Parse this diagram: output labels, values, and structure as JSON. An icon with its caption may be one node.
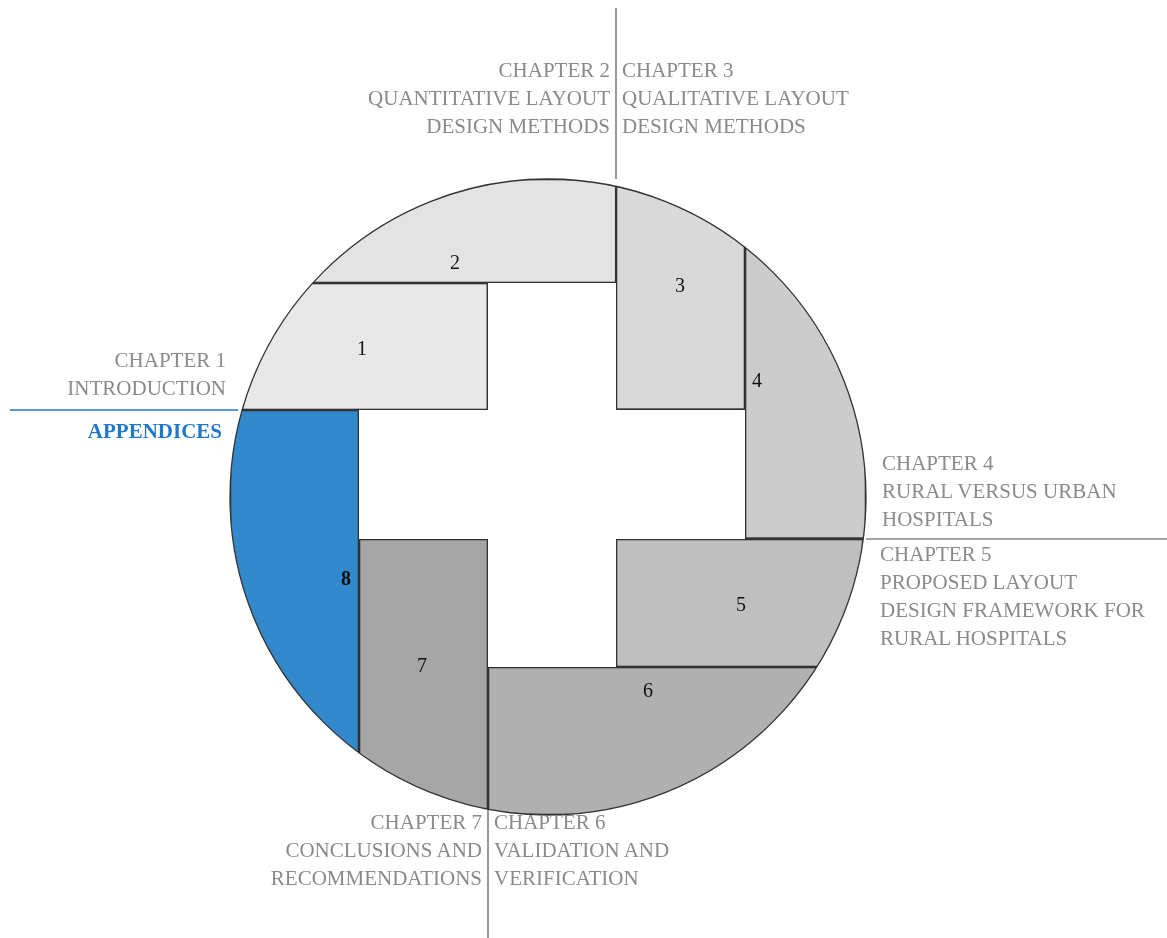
{
  "diagram": {
    "nodes": [
      {
        "text": [
          "1"
        ]
      },
      {
        "text": [
          "2"
        ]
      },
      {
        "text": [
          "3"
        ]
      },
      {
        "text": [
          "4"
        ]
      },
      {
        "text": [
          "5"
        ]
      },
      {
        "text": [
          "6"
        ]
      },
      {
        "text": [
          "7"
        ]
      },
      {
        "text": [
          "8"
        ]
      }
    ],
    "labels": [
      "CHAPTER 2",
      "QUANTITATIVE LAYOUT DESIGN METHODS",
      "CHAPTER 3",
      "QUALITATIVE LAYOUT DESIGN METHODS",
      "CHAPTER 1",
      "INTRODUCTION",
      "APPENDICES",
      "CHAPTER 4",
      "RURAL VERSUS URBAN HOSPITALS",
      "CHAPTER 5",
      "PROPOSED LAYOUT DESIGN FRAMEWORK FOR RURAL HOSPITALS",
      "CHAPTER 7",
      "CONCLUSIONS AND RECOMMENDATIONS",
      "CHAPTER 6",
      "VALIDATION AND VERIFICATION"
    ]
  }
}
